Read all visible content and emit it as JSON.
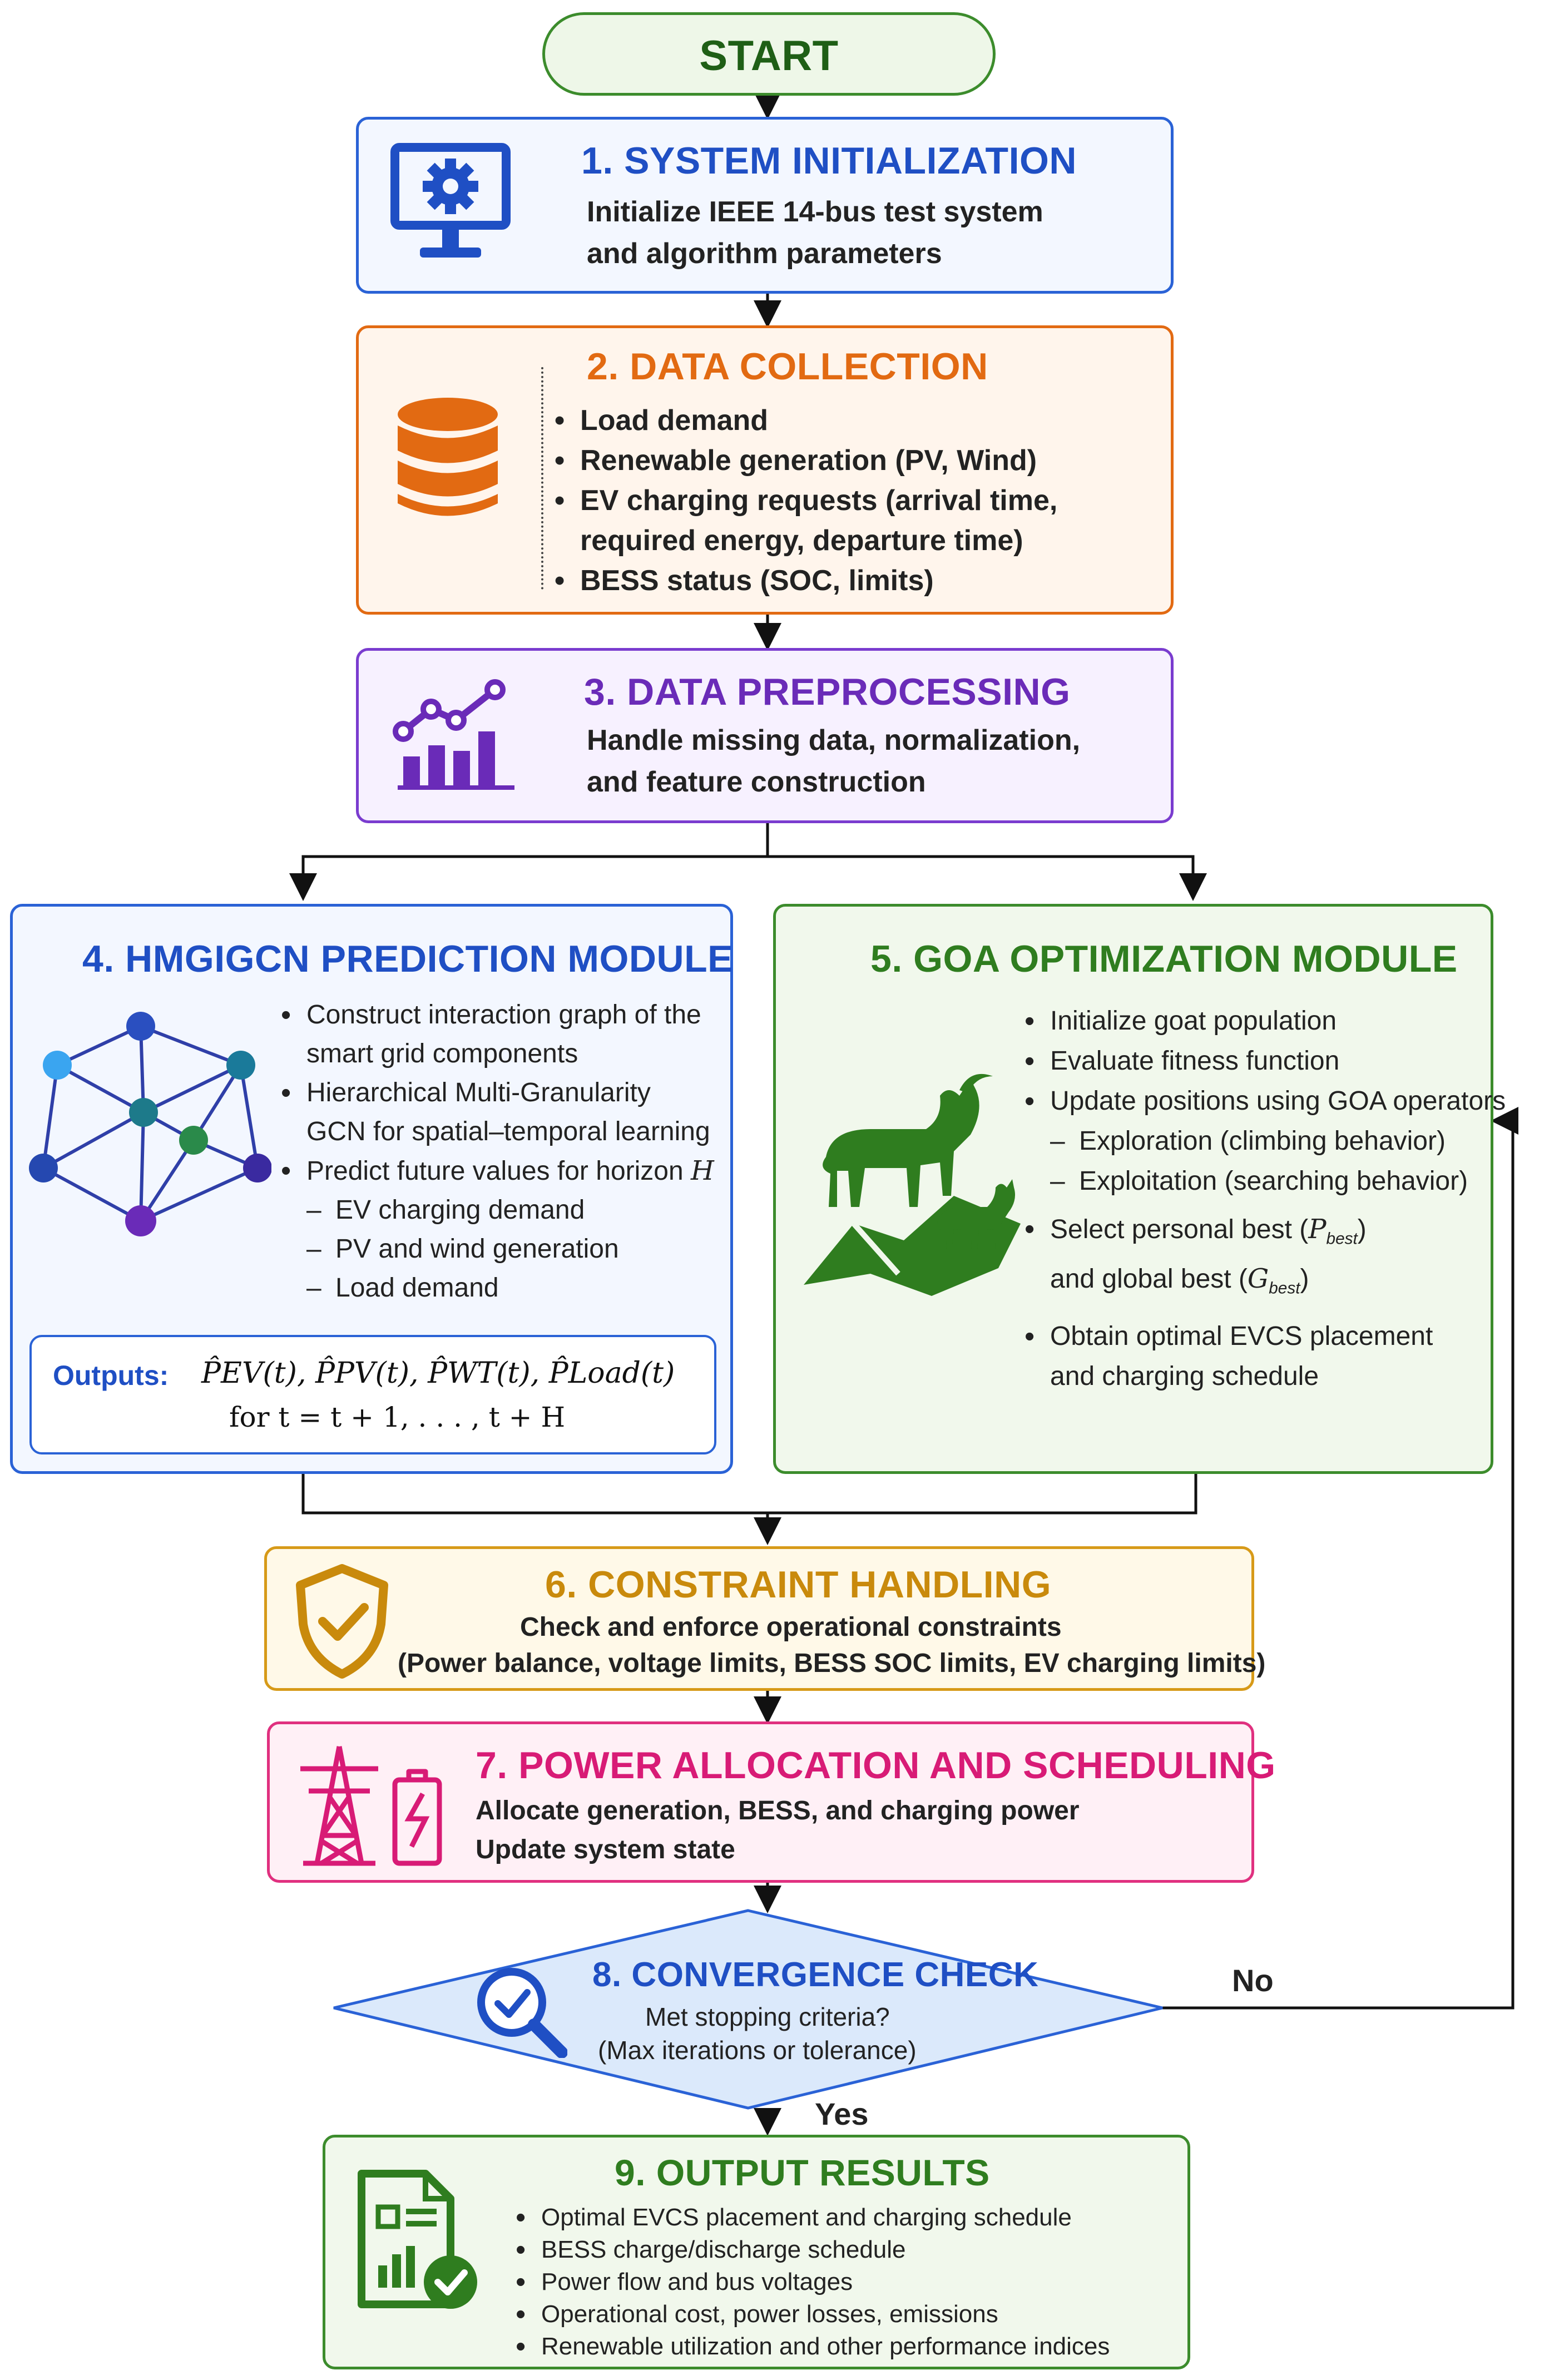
{
  "start": {
    "label": "START"
  },
  "step1": {
    "title": "1. SYSTEM INITIALIZATION",
    "lines": [
      "Initialize IEEE 14-bus test system",
      "and algorithm parameters"
    ],
    "icon": "monitor-gear-icon"
  },
  "step2": {
    "title": "2. DATA COLLECTION",
    "items": [
      "Load demand",
      "Renewable generation (PV, Wind)",
      "EV charging requests (arrival time,",
      "required energy, departure time)",
      "BESS status (SOC, limits)"
    ],
    "icon": "database-icon"
  },
  "step3": {
    "title": "3. DATA PREPROCESSING",
    "lines": [
      "Handle missing data, normalization,",
      "and feature construction"
    ],
    "icon": "chart-trend-icon"
  },
  "step4": {
    "title": "4. HMGIGCN PREDICTION MODULE",
    "items": [
      "Construct interaction graph of the",
      "smart grid components",
      "Hierarchical Multi-Granularity",
      "GCN for spatial–temporal learning",
      "Predict future values for horizon",
      "EV charging demand",
      "PV and wind generation",
      "Load demand"
    ],
    "horizon_symbol": "H",
    "outputs_label": "Outputs:",
    "outputs_expr": "P̂EV(t),  P̂PV(t),  P̂WT(t),  P̂Load(t)",
    "outputs_range": "for t = t + 1, . . . , t + H",
    "icon": "graph-network-icon"
  },
  "step5": {
    "title": "5. GOA OPTIMIZATION MODULE",
    "items": [
      "Initialize goat population",
      "Evaluate fitness function",
      "Update positions using GOA operators",
      "Exploration (climbing behavior)",
      "Exploitation (searching behavior)",
      "Select personal best (",
      "and global best (",
      "Obtain optimal EVCS placement",
      "and charging schedule"
    ],
    "pbest": "P",
    "pbest_sub": "best",
    "gbest": "G",
    "gbest_sub": "best",
    "icon": "goat-icon"
  },
  "step6": {
    "title": "6. CONSTRAINT HANDLING",
    "lines": [
      "Check and enforce operational constraints",
      "(Power balance, voltage limits, BESS SOC limits, EV charging limits)"
    ],
    "icon": "shield-check-icon"
  },
  "step7": {
    "title": "7. POWER ALLOCATION AND SCHEDULING",
    "lines": [
      "Allocate generation, BESS, and charging power",
      "Update system state"
    ],
    "icon": "tower-battery-icon"
  },
  "step8": {
    "title": "8. CONVERGENCE CHECK",
    "lines": [
      "Met stopping criteria?",
      "(Max iterations or tolerance)"
    ],
    "no_label": "No",
    "yes_label": "Yes",
    "icon": "magnifier-check-icon"
  },
  "step9": {
    "title": "9. OUTPUT RESULTS",
    "items": [
      "Optimal EVCS placement and charging schedule",
      "BESS charge/discharge schedule",
      "Power flow and bus voltages",
      "Operational cost, power losses, emissions",
      "Renewable utilization and other performance indices"
    ],
    "icon": "report-check-icon"
  },
  "colors": {
    "blue": "#1f4fc4",
    "orange": "#e26a12",
    "purple": "#6a2bb8",
    "green": "#2f7d1f",
    "gold": "#c98a0c",
    "magenta": "#d81b76"
  }
}
